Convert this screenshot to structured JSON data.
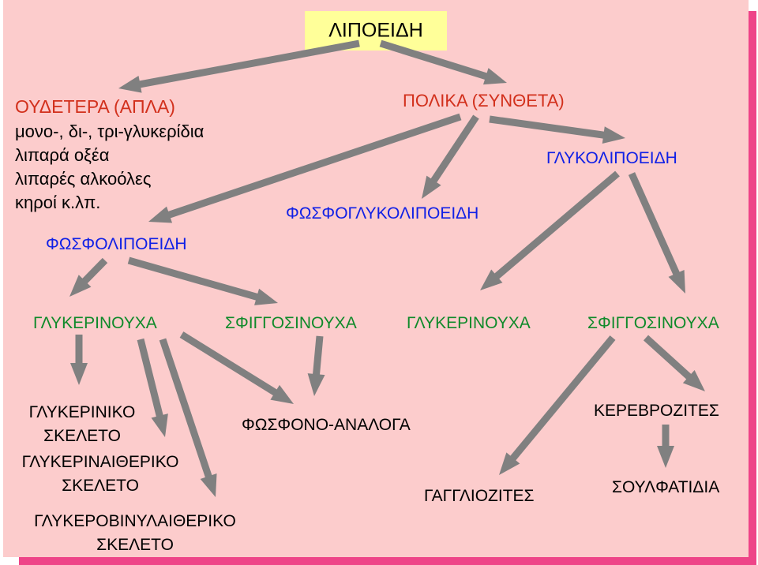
{
  "colors": {
    "background": "#fccccc",
    "title_box": "#ffff99",
    "shadow": "#ee4488",
    "arrow": "#808080",
    "red": "#d2301c",
    "blue": "#1020e6",
    "green": "#0f8a2a"
  },
  "title": "ΛΙΠΟΕΙΔΗ",
  "neutral": {
    "heading": "ΟΥΔΕΤΕΡΑ (ΑΠΛΑ)",
    "items": [
      "μονο-, δι-, τρι-γλυκερίδια",
      "λιπαρά οξέα",
      "λιπαρές αλκοόλες",
      "κηροί κ.λπ."
    ]
  },
  "polar": "ΠΟΛΙΚΑ (ΣΥΝΘΕΤΑ)",
  "glycolipids": "ΓΛΥΚΟΛΙΠΟΕΙΔΗ",
  "phosphoglycolipids": "ΦΩΣΦΟΓΛΥΚΟΛΙΠΟΕΙΔΗ",
  "phospholipids": "ΦΩΣΦΟΛΙΠΟΕΙΔΗ",
  "glycerol_containing_1": "ΓΛΥΚΕΡΙΝΟΥΧΑ",
  "sphingosine_containing_1": "ΣΦΙΓΓΟΣΙΝΟΥΧΑ",
  "glycerol_containing_2": "ΓΛΥΚΕΡΙΝΟΥΧΑ",
  "sphingosine_containing_2": "ΣΦΙΓΓΟΣΙΝΟΥΧΑ",
  "glycerol_skeleton": [
    "ΓΛΥΚΕΡΙΝΙΚΟ",
    "ΣΚΕΛΕΤΟ"
  ],
  "glycerol_ether_skeleton": [
    "ΓΛΥΚΕΡΙΝΑΙΘΕΡΙΚΟ",
    "ΣΚΕΛΕΤΟ"
  ],
  "glycerol_vinyl_ether_skeleton": [
    "ΓΛΥΚΕΡΟΒΙΝΥΛΑΙΘΕΡΙΚΟ",
    "ΣΚΕΛΕΤΟ"
  ],
  "phosphono_analogs": "ΦΩΣΦΟΝΟ-ΑΝΑΛΟΓΑ",
  "cerebrosides": "ΚΕΡΕΒΡΟΖΙΤΕΣ",
  "gangliosides": "ΓΑΓΓΛΙΟΖΙΤΕΣ",
  "sulfatides": "ΣΟΥΛΦΑΤΙΔΙΑ"
}
